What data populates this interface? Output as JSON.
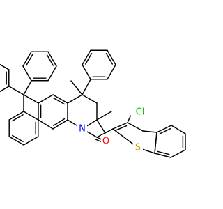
{
  "molecule": {
    "atom_labels": {
      "nitrogen": "N",
      "oxygen": "O",
      "chlorine": "Cl",
      "sulfur": "S"
    },
    "colors": {
      "bond": "#000000",
      "N": "#0000ff",
      "O": "#ff0000",
      "Cl": "#00cc00",
      "S": "#c8a000"
    }
  }
}
